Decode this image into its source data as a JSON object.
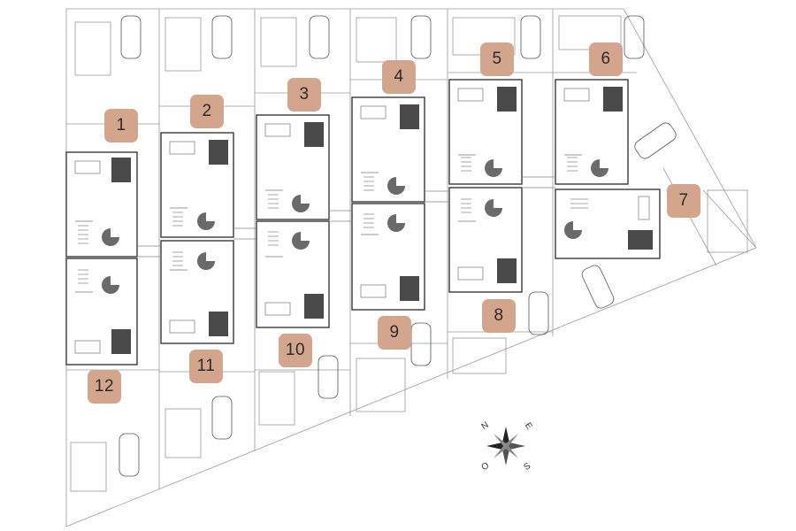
{
  "plan": {
    "line_color": "#3a3a3a",
    "thin_color": "#9a9a9a",
    "label_fill": "#d4a58d",
    "lots": [
      {
        "number": "1"
      },
      {
        "number": "2"
      },
      {
        "number": "3"
      },
      {
        "number": "4"
      },
      {
        "number": "5"
      },
      {
        "number": "6"
      },
      {
        "number": "7"
      },
      {
        "number": "8"
      },
      {
        "number": "9"
      },
      {
        "number": "10"
      },
      {
        "number": "11"
      },
      {
        "number": "12"
      }
    ],
    "compass": {
      "n": "N",
      "e": "E",
      "s": "S",
      "o": "O"
    }
  }
}
